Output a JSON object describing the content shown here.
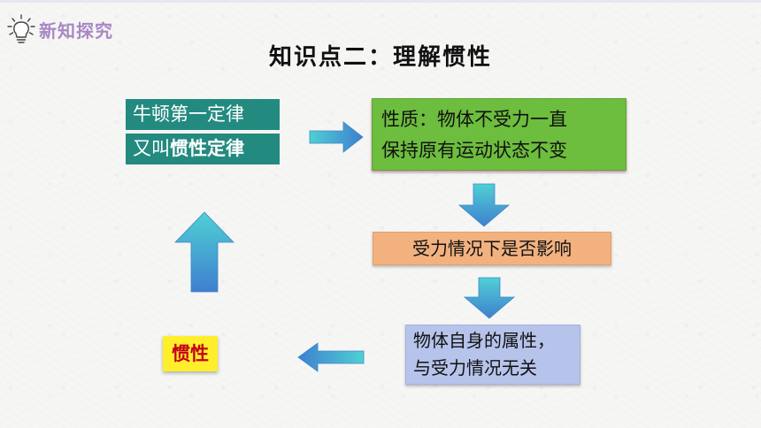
{
  "header": {
    "section_label": "新知探究"
  },
  "title": "知识点二：理解惯性",
  "nodes": {
    "newton": {
      "line1": "牛顿第一定律",
      "line2_prefix": "又叫",
      "line2_strong": "惯性定律"
    },
    "property": {
      "line1": "性质：物体不受力一直",
      "line2": "保持原有运动状态不变"
    },
    "force": {
      "text": "受力情况下是否影响"
    },
    "intrinsic": {
      "line1": "物体自身的属性，",
      "line2": "与受力情况无关"
    },
    "inertia": {
      "text": "惯性"
    }
  },
  "colors": {
    "teal": "#238a80",
    "green": "#6dbd3e",
    "orange": "#f2b17f",
    "blue": "#b6c3ea",
    "yellow": "#ffef2a",
    "inertia_text": "#c4001a",
    "header_purple": "#a888c4",
    "arrow_light": "#4fd0d4",
    "arrow_dark": "#3f7fcf"
  },
  "icons": {
    "header": "lightbulb-icon",
    "arrows": "block-arrow-icon"
  }
}
